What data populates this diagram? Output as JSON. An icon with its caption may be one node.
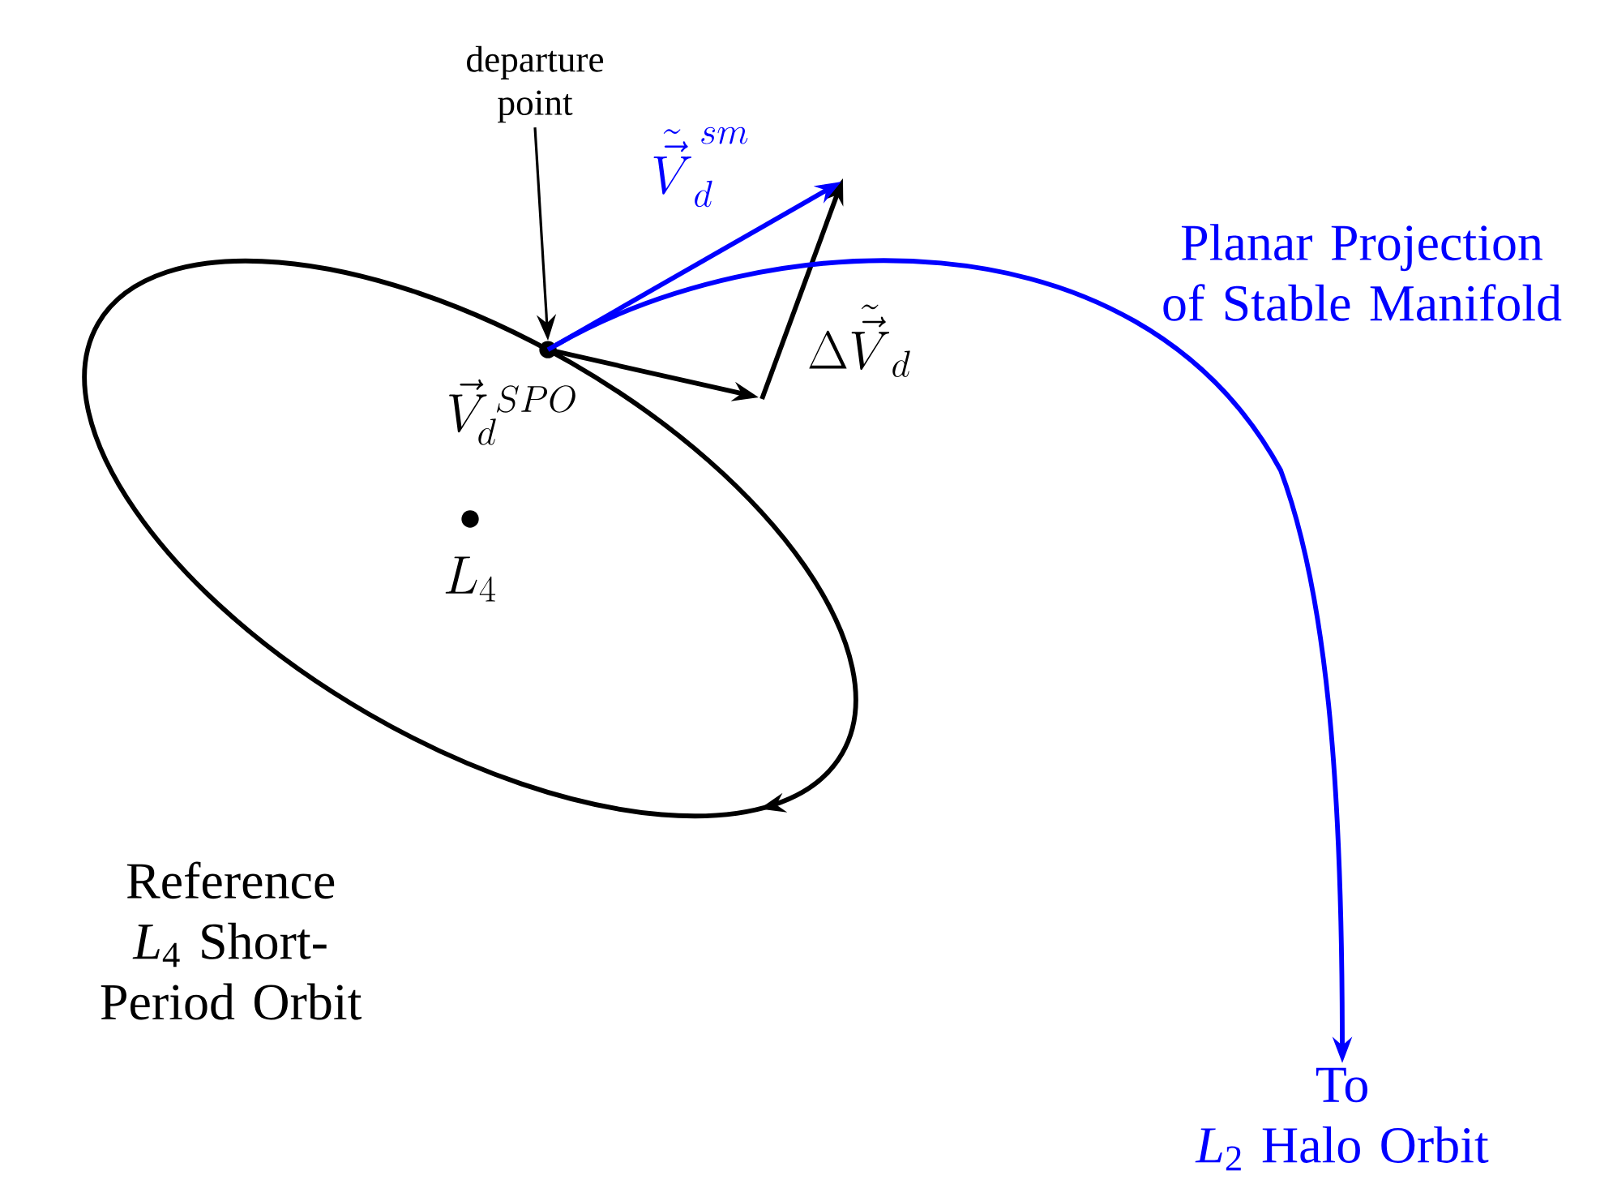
{
  "diagram": {
    "nodes": [
      {
        "text": [
          "departure point"
        ]
      },
      {
        "text": [],
        "shape": "circle"
      },
      {
        "text": [
          "To *L*$_{2}$ Halo Orbit"
        ]
      },
      {
        "text": [],
        "shape": "circle"
      }
    ],
    "edges": [
      {
        "from": 0,
        "to": 1,
        "arrow": "to"
      },
      {
        "from": 1,
        "to": 2,
        "arrow": "to",
        "color": "#0000ff"
      }
    ],
    "labels": [
      "\\tilde{\\vec{V}}_{d}^{\\,sm}",
      "\\Delta\\tilde{\\vec{V}}_{d}",
      "\\vec{V}_{d}^{\\,SPO}",
      "L_{4}",
      "Planar Projection of Stable Manifold",
      "Reference *L*$_{4}$ Short-Period Orbit"
    ]
  }
}
